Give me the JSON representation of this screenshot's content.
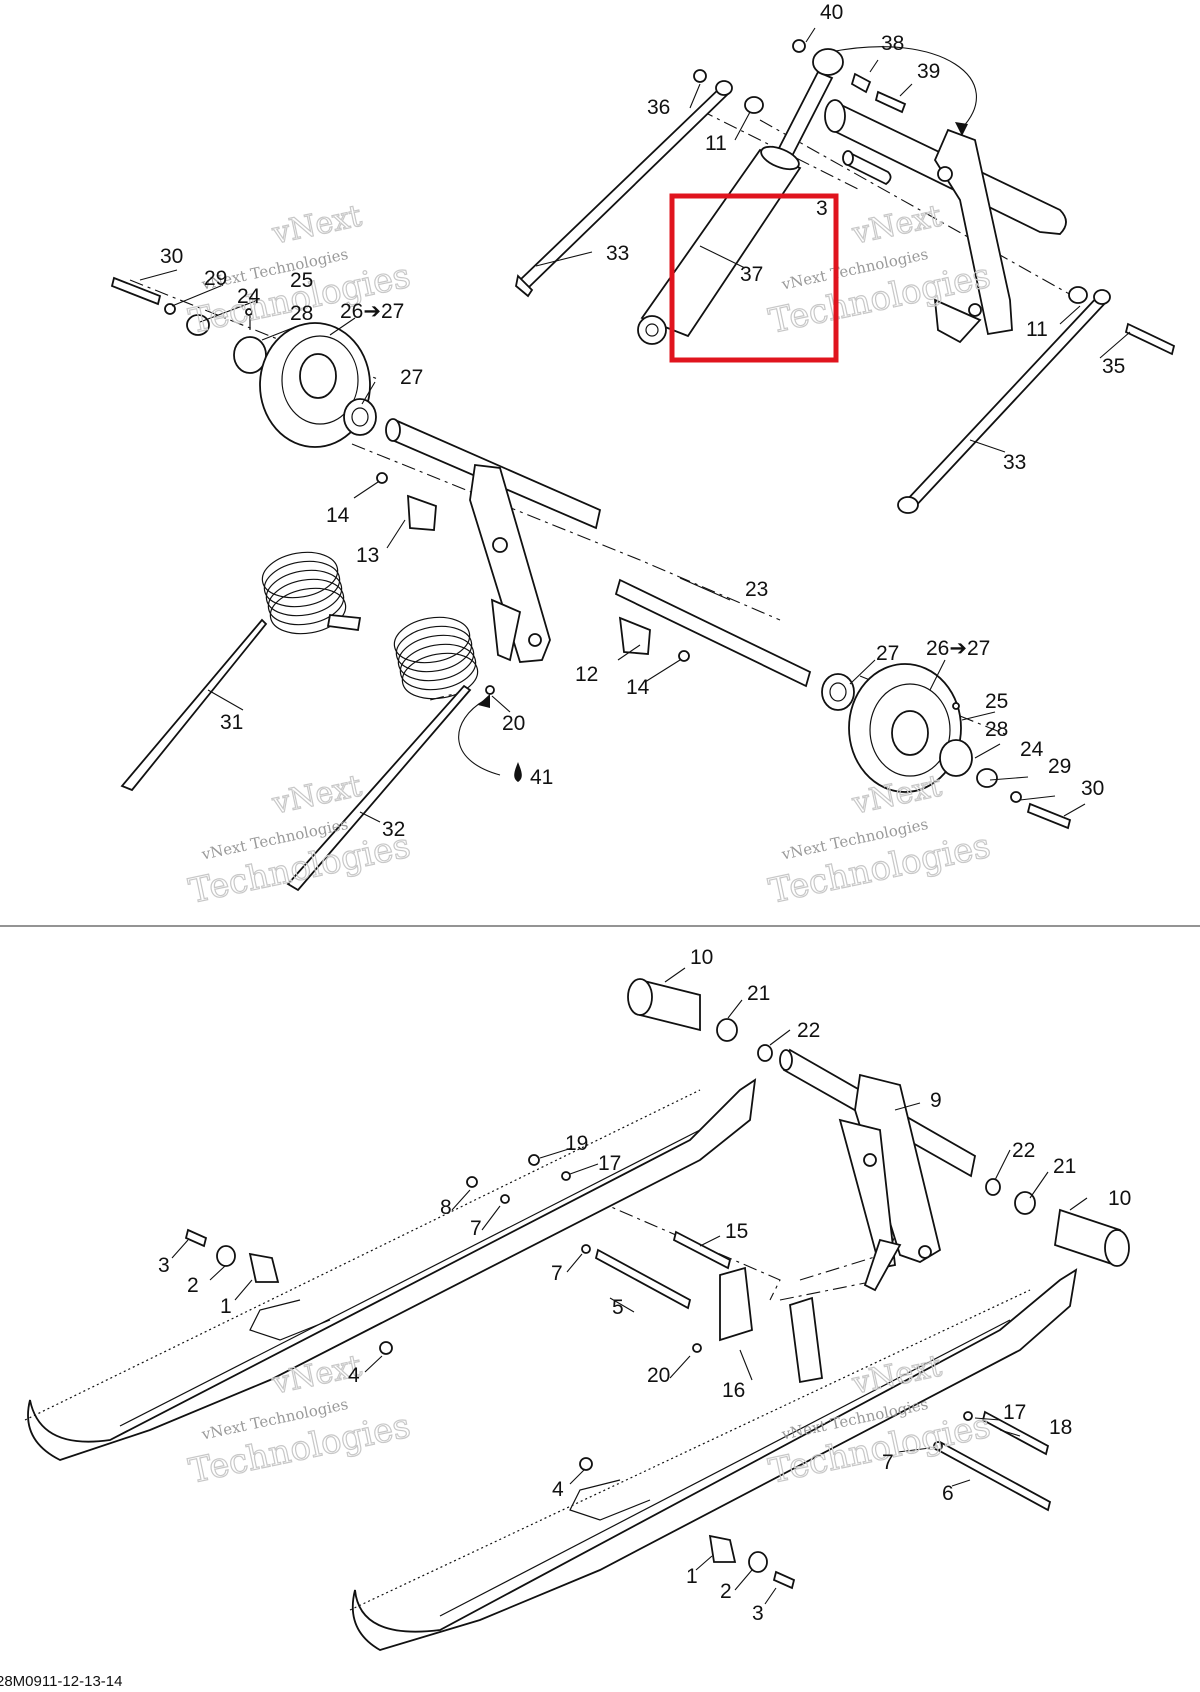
{
  "diagram": {
    "drawing_code": "28M0911-12-13-14",
    "highlight_color": "#e0141e",
    "watermark": {
      "line1": "vNext",
      "line2": "vNext Technologies",
      "line3": "Technologies"
    },
    "callouts": {
      "c40": "40",
      "c38": "38",
      "c39": "39",
      "c36": "36",
      "c11a": "11",
      "c3a": "3",
      "c30a": "30",
      "c29a": "29",
      "c25a": "25",
      "c24a": "24",
      "c28a": "28",
      "c26a": "26➔27",
      "c33a": "33",
      "c37": "37",
      "c11b": "11",
      "c35": "35",
      "c27a": "27",
      "c33b": "33",
      "c14a": "14",
      "c13": "13",
      "c23": "23",
      "c27b": "27",
      "c26b": "26➔27",
      "c12": "12",
      "c14b": "14",
      "c31": "31",
      "c20a": "20",
      "c41": "41",
      "c25b": "25",
      "c28b": "28",
      "c24b": "24",
      "c29b": "29",
      "c30b": "30",
      "c32": "32",
      "c10a": "10",
      "c21a": "21",
      "c22a": "22",
      "c9": "9",
      "c19": "19",
      "c17a": "17",
      "c8": "8",
      "c7a": "7",
      "c22b": "22",
      "c21b": "21",
      "c10b": "10",
      "c15": "15",
      "c3b": "3",
      "c2a": "2",
      "c7b": "7",
      "c1a": "1",
      "c5": "5",
      "c4a": "4",
      "c20b": "20",
      "c16": "16",
      "c17b": "17",
      "c18": "18",
      "c7c": "7",
      "c4b": "4",
      "c6": "6",
      "c1b": "1",
      "c2b": "2",
      "c3c": "3"
    }
  }
}
